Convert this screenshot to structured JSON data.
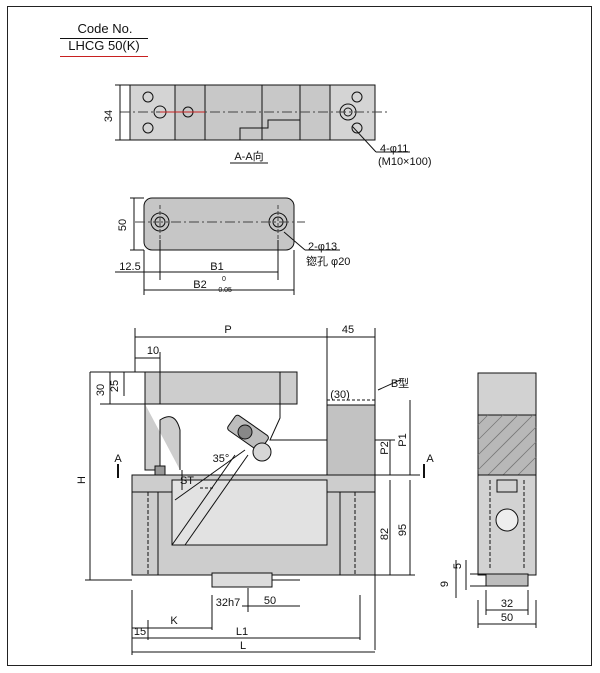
{
  "code": {
    "label": "Code No.",
    "value": "LHCG 50(K)"
  },
  "top_view": {
    "dim_height": "34",
    "caption": "A-A向",
    "hole_callout_1": "4-φ11",
    "hole_callout_2": "(M10×100)"
  },
  "plate_view": {
    "dim_height": "50",
    "hole_callout_1": "2-φ13",
    "hole_callout_2": "锪孔 φ20",
    "dim_offset": "12.5",
    "dim_b1": "B1",
    "dim_b2": "B2",
    "tol_upper": "0",
    "tol_lower": "-0.05"
  },
  "front_view": {
    "dim_p": "P",
    "dim_45": "45",
    "dim_10": "10",
    "dim_30": "30",
    "dim_25": "25",
    "dim_30_paren": "(30)",
    "type_label": "B型",
    "dim_p2": "P2",
    "dim_p1": "P1",
    "section_a_left": "A",
    "section_a_right": "A",
    "dim_h": "H",
    "angle": "35°",
    "dim_st": "ST",
    "dim_82": "82",
    "dim_95": "95",
    "dim_32h7": "32h7",
    "dim_50": "50",
    "dim_k": "K",
    "dim_15": "15",
    "dim_l1": "L1",
    "dim_l": "L"
  },
  "side_view": {
    "dim_9": "9",
    "dim_5": "5",
    "dim_32": "32",
    "dim_50": "50"
  }
}
